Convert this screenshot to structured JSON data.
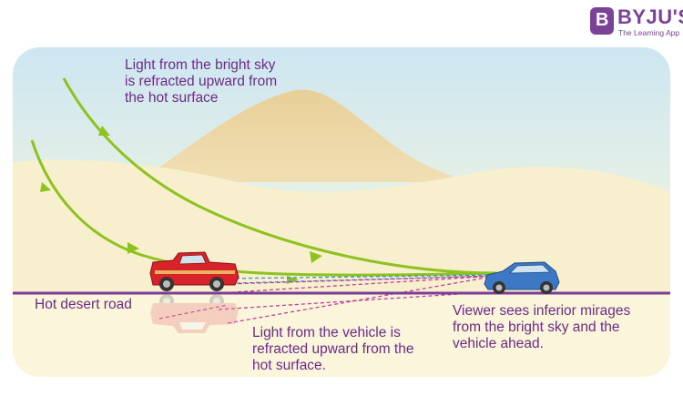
{
  "logo": {
    "initial": "B",
    "name": "BYJU'S",
    "tagline": "The Learning App"
  },
  "labels": {
    "sky_light": "Light from the bright sky is refracted upward from the hot surface",
    "road": "Hot desert road",
    "vehicle_light": "Light from the vehicle is refracted upward from the hot surface.",
    "viewer": "Viewer sees inferior mirages from the bright sky and the vehicle ahead."
  },
  "colors": {
    "text": "#6b2c85",
    "road": "#7b3d95",
    "sky_ray": "#8dc21f",
    "vehicle_ray_blue": "#3b8fd6",
    "vehicle_ray_magenta": "#c23d9a",
    "sky_top": "#cfe6f1",
    "sand": "#f7f0cf",
    "dune": "#ecd6a3",
    "truck": "#d8232a",
    "car": "#3d78c4"
  }
}
